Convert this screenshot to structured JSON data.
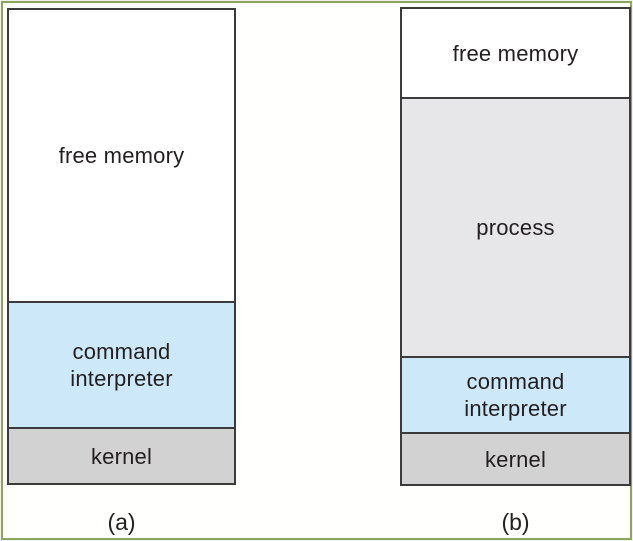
{
  "figure": {
    "description": "Memory layout diagram with two panels",
    "panels": [
      {
        "label": "(a)",
        "segments": [
          {
            "name": "free-memory",
            "label": "free memory"
          },
          {
            "name": "command-interpreter",
            "label": "command interpreter"
          },
          {
            "name": "kernel",
            "label": "kernel"
          }
        ]
      },
      {
        "label": "(b)",
        "segments": [
          {
            "name": "free-memory",
            "label": "free memory"
          },
          {
            "name": "process",
            "label": "process"
          },
          {
            "name": "command-interpreter",
            "label": "command interpreter"
          },
          {
            "name": "kernel",
            "label": "kernel"
          }
        ]
      }
    ]
  },
  "colors": {
    "frame_green": "#8ba55b",
    "segment_blue": "#cde9f9",
    "kernel_gray": "#d2d2d2",
    "process_gray": "#e7e7e9",
    "box_border": "#3b3b3b",
    "text": "#231f20",
    "page_background": "#fffffe"
  }
}
